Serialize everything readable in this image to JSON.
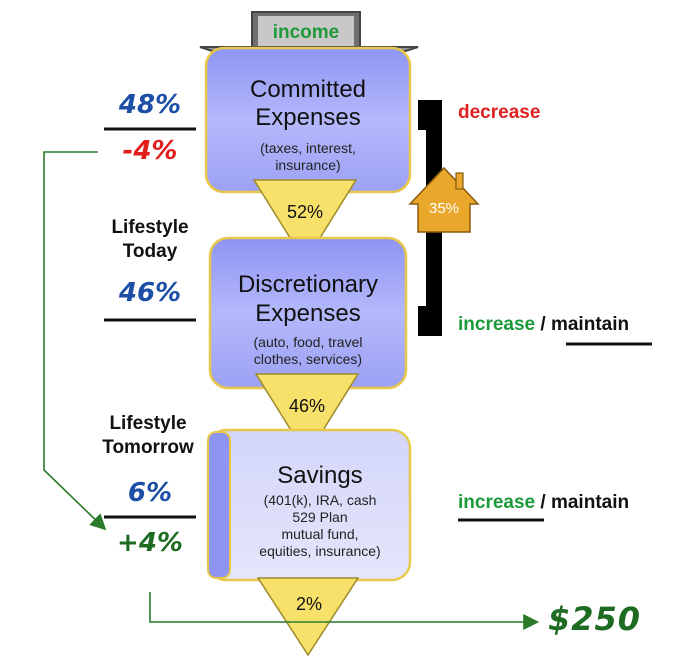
{
  "income_label": "income",
  "stages": {
    "committed": {
      "title_line1": "Committed",
      "title_line2": "Expenses",
      "detail_line1": "(taxes, interest,",
      "detail_line2": "insurance)"
    },
    "discretionary": {
      "title_line1": "Discretionary",
      "title_line2": "Expenses",
      "detail_line1": "(auto, food, travel",
      "detail_line2": "clothes, services)"
    },
    "savings": {
      "title_line1": "Savings",
      "detail_line1": "(401(k), IRA, cash",
      "detail_line2": "529 Plan",
      "detail_line3": "mutual fund,",
      "detail_line4": "equities, insurance)"
    }
  },
  "flows": {
    "after_committed": "52%",
    "after_discretionary": "46%",
    "after_savings": "2%"
  },
  "house_percent": "35%",
  "left_annotations": {
    "committed_value": "48%",
    "committed_change": "-4%",
    "lifestyle_today_line1": "Lifestyle",
    "lifestyle_today_line2": "Today",
    "discretionary_value": "46%",
    "lifestyle_tomorrow_line1": "Lifestyle",
    "lifestyle_tomorrow_line2": "Tomorrow",
    "savings_value": "6%",
    "savings_change": "+4%"
  },
  "right_actions": {
    "decrease": "decrease",
    "increase_1": "increase",
    "slash_1": " / ",
    "maintain_1": "maintain",
    "increase_2": "increase",
    "slash_2": " / ",
    "maintain_2": "maintain"
  },
  "result_amount": "$250",
  "colors": {
    "box_fill": "#a9aef8",
    "box_stroke": "#e8c84a",
    "savings_fill": "#dcdff9",
    "funnel_fill": "#f8e16a",
    "house_fill": "#e9a72c",
    "handwriting_blue": "#1d4fa6",
    "handwriting_red": "#e11d1d",
    "handwriting_green": "#1e6b22",
    "decrease_red": "#e02020",
    "increase_green": "#1b9a3a",
    "arrow_green": "#2a7a2a"
  },
  "icons": [
    "house-icon",
    "income-arrow-icon",
    "bracket-icon",
    "arrow-icon"
  ]
}
